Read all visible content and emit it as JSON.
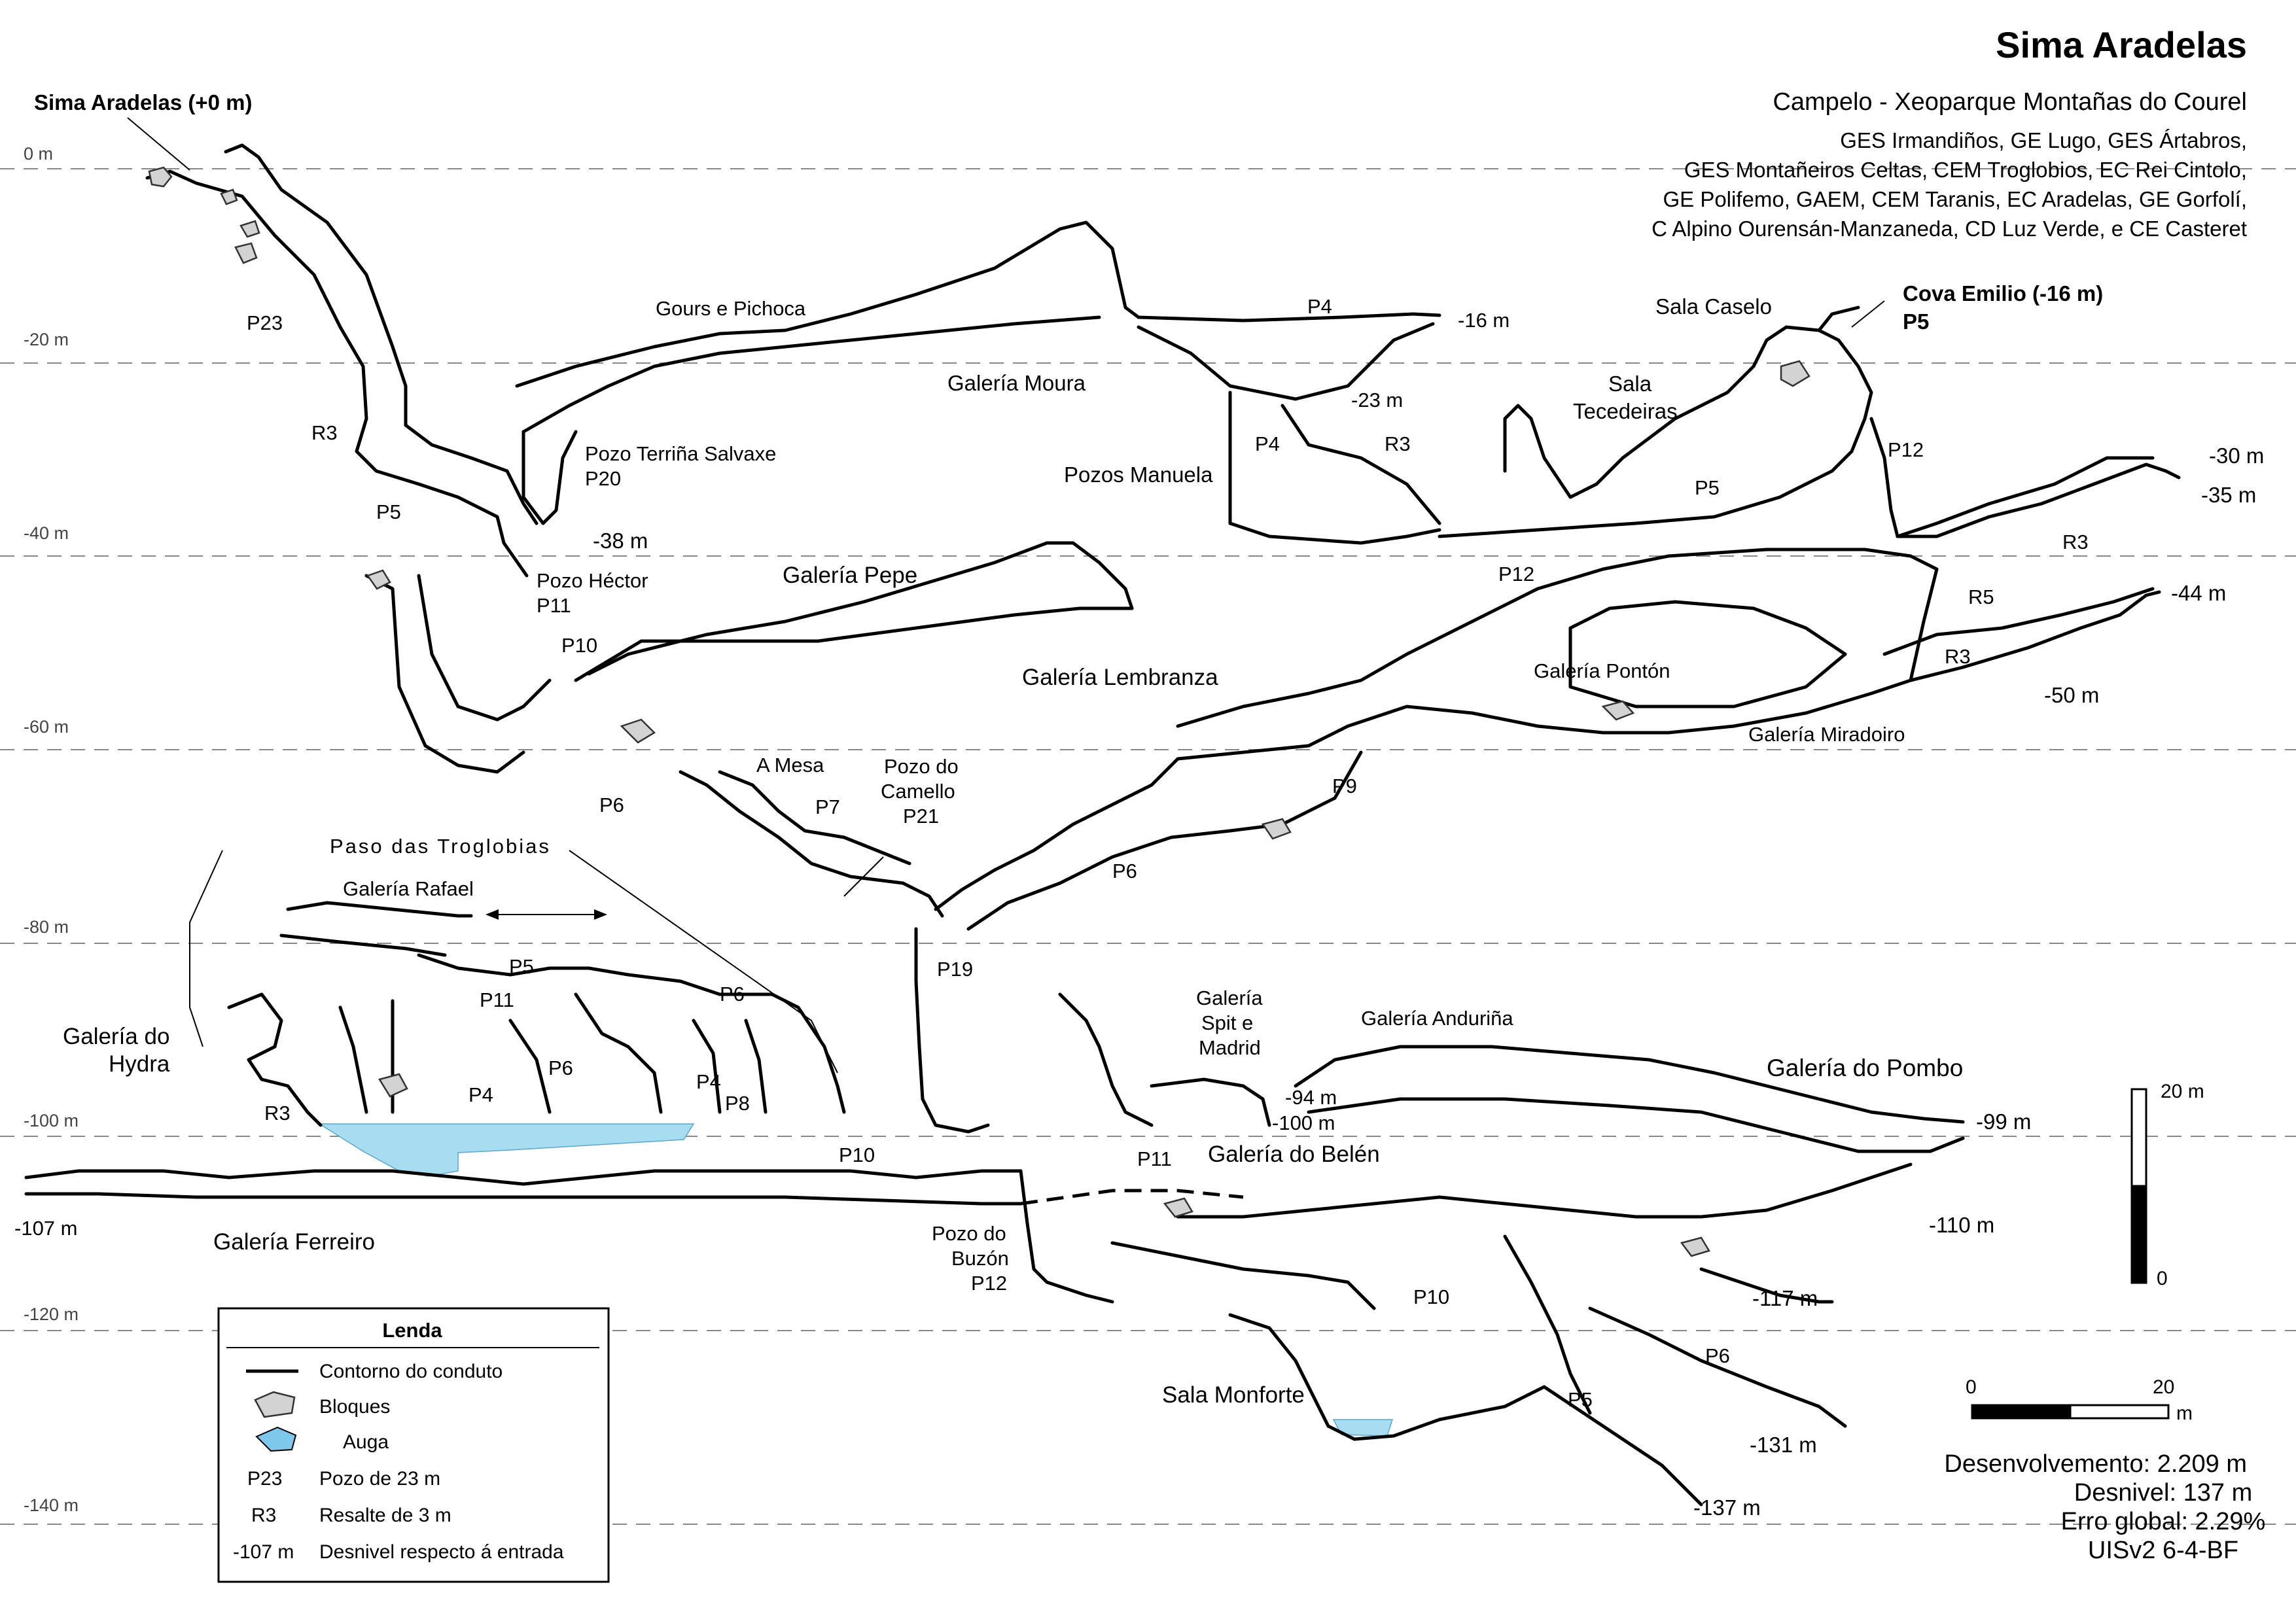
{
  "header": {
    "title": "Sima Aradelas",
    "subtitle": "Campelo - Xeoparque Montañas do Courel",
    "credits": [
      "GES Irmandiños, GE Lugo, GES Ártabros,",
      "GES Montañeiros Celtas, CEM Troglobios, EC Rei Cintolo,",
      "GE Polifemo, GAEM, CEM Taranis, EC Aradelas, GE Gorfolí,",
      "C Alpino Ourensán-Manzaneda, CD Luz Verde, e CE Casteret"
    ]
  },
  "depth_grid": [
    "0 m",
    "-20 m",
    "-40 m",
    "-60 m",
    "-80 m",
    "-100 m",
    "-120 m",
    "-140 m"
  ],
  "labels": {
    "entrance": "Sima Aradelas (+0 m)",
    "cova_emilio_1": "Cova Emilio (-16 m)",
    "cova_emilio_2": "P5",
    "p23": "P23",
    "gours": "Gours e Pichoca",
    "p4_top": "P4",
    "d16": "-16 m",
    "sala_caselo": "Sala Caselo",
    "galeria_moura": "Galería Moura",
    "d23": "-23 m",
    "sala_tecedeiras_1": "Sala",
    "sala_tecedeiras_2": "Tecedeiras",
    "r3_a": "R3",
    "pozo_terrina_1": "Pozo Terriña Salvaxe",
    "pozo_terrina_2": "P20",
    "p4_b": "P4",
    "r3_b": "R3",
    "p12_a": "P12",
    "d30": "-30 m",
    "pozos_manuela": "Pozos Manuela",
    "p5_a": "P5",
    "p5_b": "P5",
    "d35": "-35 m",
    "d38": "-38 m",
    "pozo_hector_1": "Pozo Héctor",
    "pozo_hector_2": "P11",
    "galeria_pepe": "Galería Pepe",
    "r3_c": "R3",
    "p12_b": "P12",
    "r5": "R5",
    "d44": "-44 m",
    "p10_a": "P10",
    "galeria_lembranza": "Galería Lembranza",
    "galeria_ponton": "Galería Pontón",
    "r3_d": "R3",
    "d50": "-50 m",
    "galeria_miradoiro": "Galería Miradoiro",
    "a_mesa": "A Mesa",
    "pozo_camello_1": "Pozo do",
    "pozo_camello_2": "Camello",
    "pozo_camello_3": "P21",
    "p6_a": "P6",
    "p7": "P7",
    "p9": "P9",
    "paso_troglobias": "Paso das Troglobias",
    "p6_b": "P6",
    "galeria_rafael": "Galería Rafael",
    "p5_c": "P5",
    "p19": "P19",
    "p11_a": "P11",
    "p6_c": "P6",
    "galeria_spit_1": "Galería",
    "galeria_spit_2": "Spit e",
    "galeria_spit_3": "Madrid",
    "galeria_andurina": "Galería Anduriña",
    "galeria_hydra_1": "Galería do",
    "galeria_hydra_2": "Hydra",
    "p6_d": "P6",
    "p4_c": "P4",
    "p4_d": "P4",
    "p8": "P8",
    "galeria_pombo": "Galería do Pombo",
    "d94": "-94 m",
    "d100": "-100 m",
    "d99": "-99 m",
    "r3_e": "R3",
    "p10_b": "P10",
    "p11_b": "P11",
    "galeria_belen": "Galería do Belén",
    "d107": "-107 m",
    "galeria_ferreiro": "Galería Ferreiro",
    "d110": "-110 m",
    "pozo_buzon_1": "Pozo do",
    "pozo_buzon_2": "Buzón",
    "pozo_buzon_3": "P12",
    "p10_c": "P10",
    "d117": "-117 m",
    "p6_e": "P6",
    "sala_monforte": "Sala Monforte",
    "p5_d": "P5",
    "d131": "-131 m",
    "d137": "-137 m"
  },
  "legend": {
    "title": "Lenda",
    "rows": [
      {
        "symbol": "",
        "text": "Contorno do conduto"
      },
      {
        "symbol": "",
        "text": "Bloques"
      },
      {
        "symbol": "",
        "text": "Auga"
      },
      {
        "symbol": "P23",
        "text": "Pozo de 23 m"
      },
      {
        "symbol": "R3",
        "text": "Resalte de 3 m"
      },
      {
        "symbol": "-107 m",
        "text": "Desnivel respecto á entrada"
      }
    ]
  },
  "vertical_scale": {
    "top": "20 m",
    "bottom": "0"
  },
  "horizontal_scale": {
    "left": "0",
    "right": "20",
    "unit": "m"
  },
  "stats": {
    "desenvolvemento": "Desenvolvemento: 2.209 m",
    "desnivel": "Desnivel: 137 m",
    "erro": "Erro global: 2.29%",
    "uis": "UISv2 6-4-BF"
  },
  "colors": {
    "water": "#a8dcf0",
    "blocks": "#d3d3d3",
    "grid": "#888888",
    "ink": "#000000"
  }
}
